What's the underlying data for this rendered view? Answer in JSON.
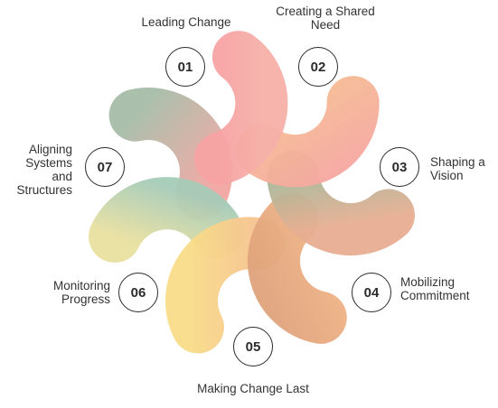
{
  "steps": [
    {
      "number": "01",
      "label_lines": [
        "Leading Change"
      ]
    },
    {
      "number": "02",
      "label_lines": [
        "Creating a Shared",
        "Need"
      ]
    },
    {
      "number": "03",
      "label_lines": [
        "Shaping a",
        "Vision"
      ]
    },
    {
      "number": "04",
      "label_lines": [
        "Mobilizing",
        "Commitment"
      ]
    },
    {
      "number": "05",
      "label_lines": [
        "Making Change Last"
      ]
    },
    {
      "number": "06",
      "label_lines": [
        "Monitoring",
        "Progress"
      ]
    },
    {
      "number": "07",
      "label_lines": [
        "Aligning",
        "Systems",
        "and",
        "Structures"
      ]
    }
  ],
  "colors": {
    "segment_01": [
      "#f7a3a3",
      "#f5b0a8"
    ],
    "segment_02": [
      "#f6c090",
      "#f6a8a0"
    ],
    "segment_03": [
      "#a8b89a",
      "#e8ae92"
    ],
    "segment_04": [
      "#f2b486",
      "#dfa37c"
    ],
    "segment_05": [
      "#f8dc88",
      "#f6c290"
    ],
    "segment_06": [
      "#a6cbb8",
      "#e9e0a0"
    ],
    "segment_07": [
      "#a6bda8",
      "#f2a6a2"
    ]
  }
}
